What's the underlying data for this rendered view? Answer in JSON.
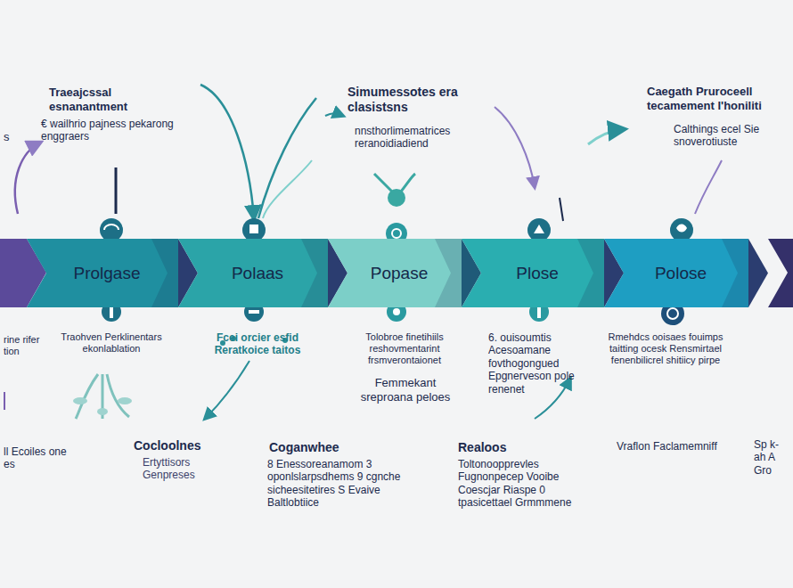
{
  "diagram": {
    "nodes": [
      {
        "text": [
          "Prolgase"
        ]
      },
      {
        "text": [
          "Polaas"
        ]
      },
      {
        "text": [
          "Popase"
        ]
      },
      {
        "text": [
          "Plose"
        ]
      },
      {
        "text": [
          "Polose"
        ]
      }
    ],
    "labels": [
      "Traeajcssal esnanantment",
      "€ wailhrio pajness pekarong enggraers",
      "Simumessotes era clasistsns",
      "nnsthorlimematrices reranoidiadiend",
      "Caegath Pruroceell tecamement I'honiliti",
      "Calthings ecel Sie snoverotiuste",
      "s",
      "rine rifer tion",
      "Traohven Perklinentars ekonlablation",
      "Fcei orcier esfid Reratkoice taitos",
      "Tolobroe finetihiils reshovmentarint frsmverontaionet",
      "Femmekant sreproana peloes",
      "6. ouisoumtis Acesoamane fovthogongued Epgnerveson pole renenet",
      "Rmehdcs ooisaes fouimps taitting ocesk Rensmirtael fenenbilicrel shitiicy pirpe",
      "ll Ecoiles one es",
      "Cocloolnes",
      "Ertyttisors Genpreses",
      "Coganwhee",
      "8 Enessoreanamom 3 oponlslarpsdhems 9 cgnche sicheesitetires S Evaive Baltlobtiice",
      "Realoos",
      "Toltonoopprevles Fugnonpecep Vooibe Coescjar Riaspe 0 tpasicettael Grmmmene",
      "Vraflon Faclamemniff",
      "Sp k- ah A Gro"
    ]
  }
}
